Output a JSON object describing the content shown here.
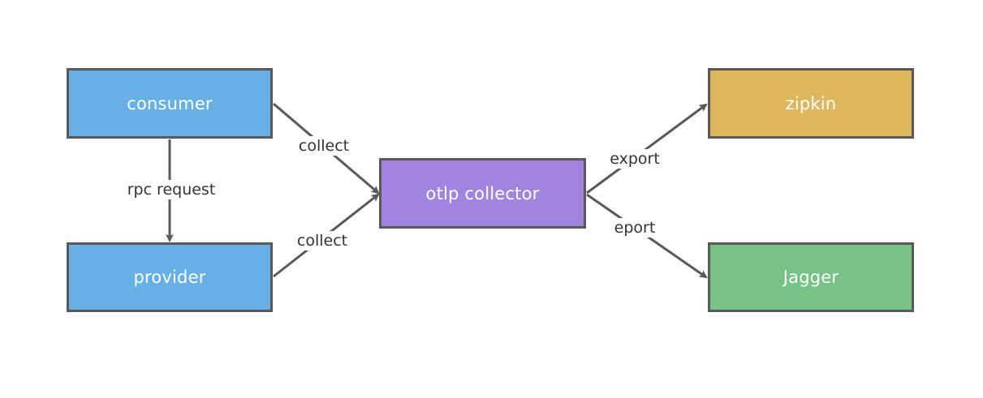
{
  "nodes": {
    "consumer": {
      "label": "consumer",
      "color": "#67b0e5"
    },
    "provider": {
      "label": "provider",
      "color": "#67b0e5"
    },
    "collector": {
      "label": "otlp collector",
      "color": "#a184e0"
    },
    "zipkin": {
      "label": "zipkin",
      "color": "#deb75c"
    },
    "jagger": {
      "label": "Jagger",
      "color": "#77c385"
    }
  },
  "edges": {
    "consumer_to_provider": {
      "label": "rpc request"
    },
    "consumer_to_collector": {
      "label": "collect"
    },
    "provider_to_collector": {
      "label": "collect"
    },
    "collector_to_zipkin": {
      "label": "export"
    },
    "collector_to_jagger": {
      "label": "eport"
    }
  },
  "colors": {
    "border": "#595959",
    "arrow": "#595959",
    "node_text": "#ffffff",
    "label_text": "#333333"
  }
}
